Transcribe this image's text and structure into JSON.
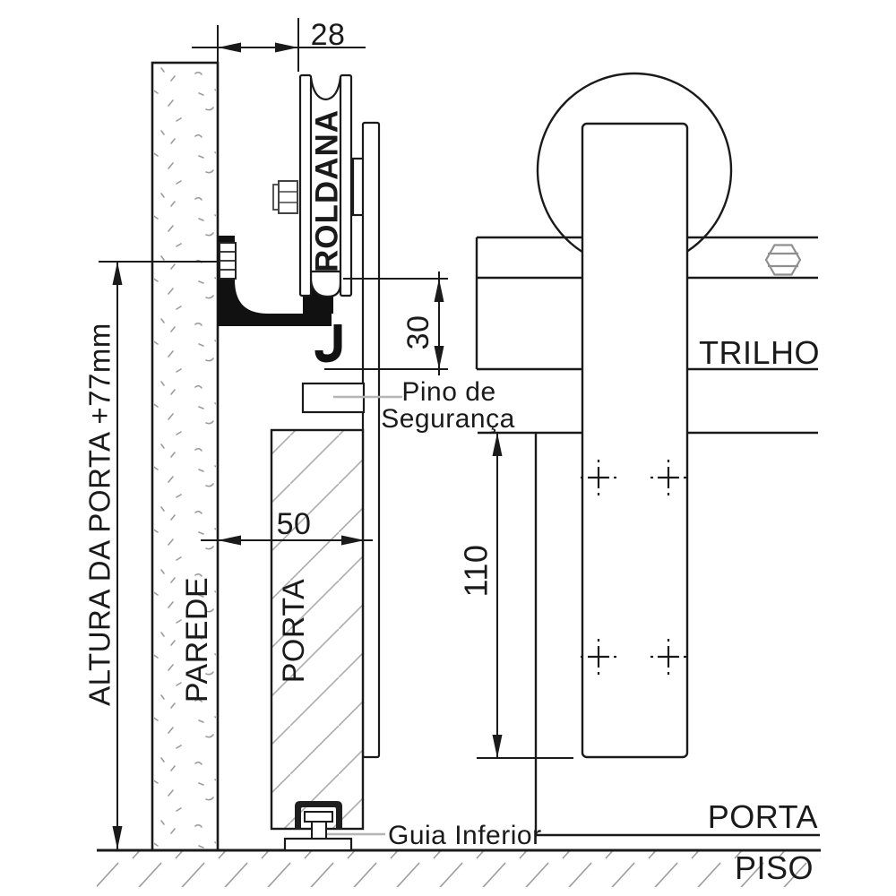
{
  "title": "Sliding door hardware installation diagram",
  "side_view": {
    "labels": {
      "roller": "ROLDANA",
      "wall": "PAREDE",
      "door": "PORTA",
      "safety_pin_line1": "Pino de",
      "safety_pin_line2": "Segurança",
      "bottom_guide": "Guia Inferior",
      "door_height": "ALTURA DA PORTA +77mm"
    },
    "dimensions": {
      "wall_to_track": "28",
      "track_drop": "30",
      "wall_to_door_face": "50"
    }
  },
  "front_view": {
    "labels": {
      "track": "TRILHO",
      "door": "PORTA",
      "floor": "PISO"
    },
    "dimensions": {
      "strap_length": "110"
    }
  },
  "colors": {
    "line": "#1a1a1a",
    "leader": "#b5b5b5",
    "hatch": "#ababab",
    "screw": "#8f8f8f"
  }
}
